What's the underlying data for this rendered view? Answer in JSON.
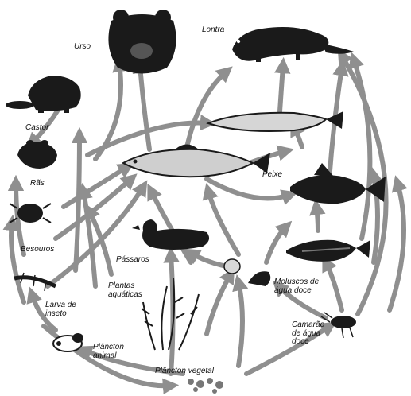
{
  "colors": {
    "arrow": "#8f8f8f",
    "organism": "#1a1a1a",
    "light": "#9a9a9a",
    "bg": "#ffffff"
  },
  "labels": {
    "urso": "Urso",
    "lontra": "Lontra",
    "castor": "Castor",
    "ras": "Rãs",
    "besouros": "Besouros",
    "larva_inseto": "Larva de\ninseto",
    "plancton_animal": "Plâncton\nanimal",
    "plancton_vegetal": "Plâncton vegetal",
    "plantas_aquaticas": "Plantas\naquáticas",
    "passaros": "Pássaros",
    "peixe": "Peixe",
    "moluscos": "Moluscos de\nágua doce",
    "camarao": "Camarão\nde água\ndoce"
  },
  "icons": [
    "bear-icon",
    "otter-icon",
    "beaver-icon",
    "frog-icon",
    "beetle-icon",
    "insect-larva-icon",
    "zooplankton-icon",
    "phytoplankton-icon",
    "aquatic-plants-icon",
    "duck-icon",
    "central-fish-icon",
    "pike-fish-icon",
    "carp-fish-icon",
    "perch-fish-icon",
    "mollusc-icon",
    "shrimp-icon"
  ]
}
